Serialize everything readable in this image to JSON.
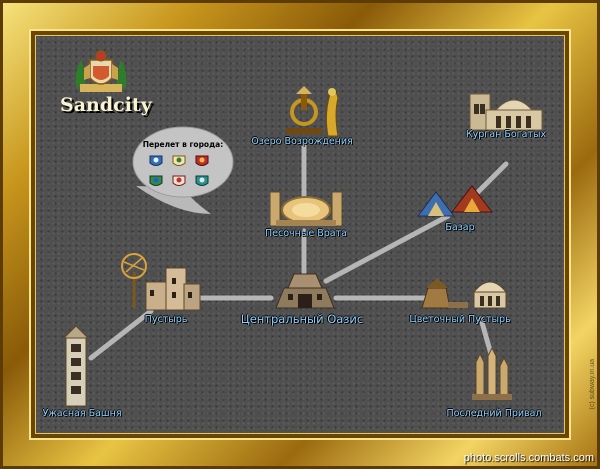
{
  "city_name": "Sandcity",
  "bubble": {
    "title": "Перелет в города:",
    "crests": [
      "demon-crest",
      "angel-crest",
      "dragon-crest",
      "knight-crest",
      "phoenix-crest",
      "emerald-crest"
    ]
  },
  "locations": {
    "oasis": "Центральный Оазис",
    "gates": "Песочные Врата",
    "lake": "Озеро Возрождения",
    "kurgan": "Курган Богатых",
    "bazaar": "Базар",
    "desert": "Пустырь",
    "flower_desert": "Цветочный Пустырь",
    "tower": "Ужасная Башня",
    "rest": "Последний Привал"
  },
  "footer": {
    "credit": "photo.scrolls.combats.com",
    "side_credit": "(c) subway.in.ua"
  },
  "colors": {
    "label": "#8fd0ff",
    "road": "#c8c8c8",
    "frame_gold": "#c7961d",
    "map_bg": "#4f4f4f"
  }
}
